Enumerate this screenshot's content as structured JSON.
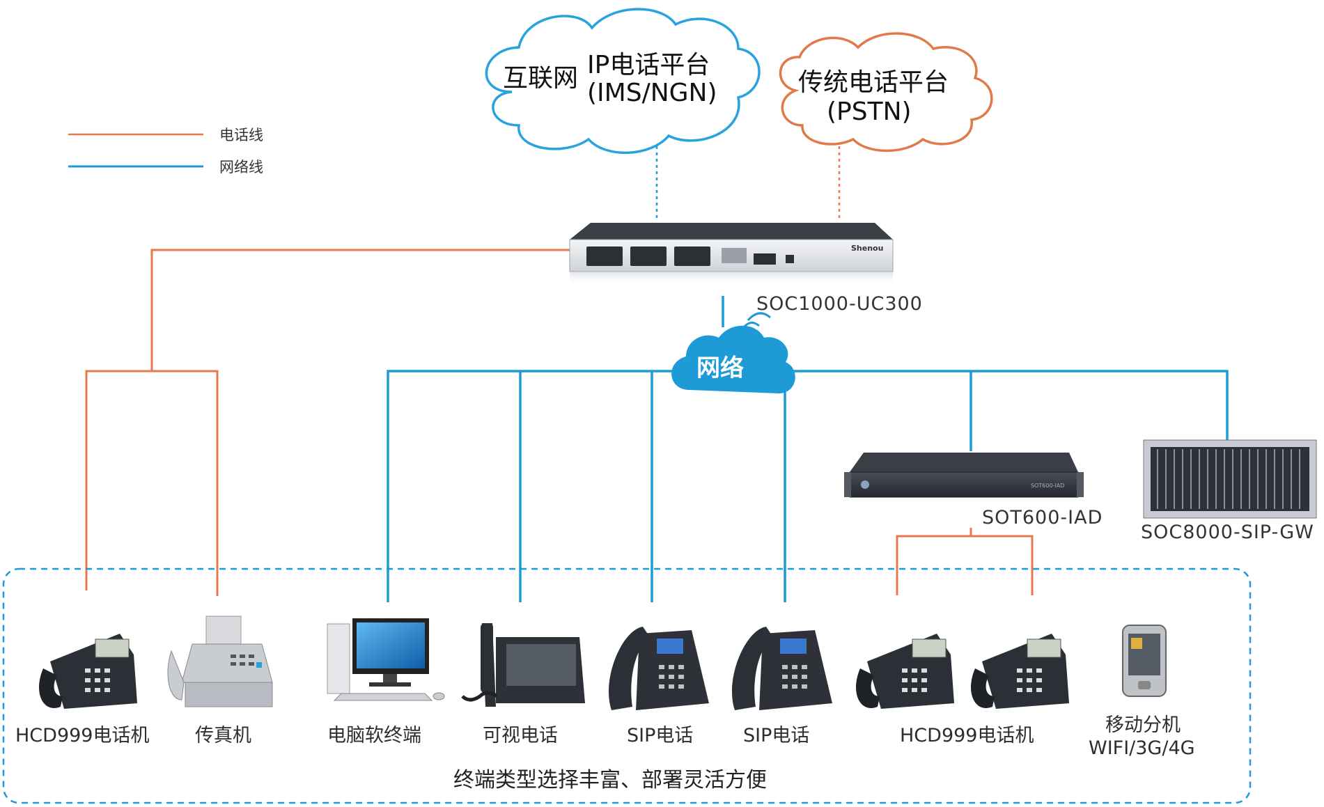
{
  "colors": {
    "phone_line": "#E8794E",
    "network_line": "#1E9BD7",
    "cloud_internet_stroke": "#29A3DD",
    "cloud_pstn_stroke": "#E07A4A",
    "net_cloud_fill": "#1E9BD7",
    "device_dark": "#2b2f36"
  },
  "legend": {
    "phone_line": "电话线",
    "network_line": "网络线"
  },
  "clouds": {
    "internet": {
      "prefix": "互联网",
      "line1": "IP电话平台",
      "line2": "(IMS/NGN)"
    },
    "pstn": {
      "line1": "传统电话平台",
      "line2": "(PSTN)"
    },
    "network": "网络"
  },
  "switch": {
    "model": "SOC1000-UC300",
    "brand": "Shenou"
  },
  "gateways": {
    "iad": {
      "model": "SOT600-IAD",
      "panel_text": "SOT600-IAD"
    },
    "sip_gw": {
      "model": "SOC8000-SIP-GW"
    }
  },
  "terminals": [
    {
      "name": "HCD999电话机",
      "icon": "desk-phone-icon"
    },
    {
      "name": "传真机",
      "icon": "fax-machine-icon"
    },
    {
      "name": "电脑软终端",
      "icon": "desktop-computer-icon"
    },
    {
      "name": "可视电话",
      "icon": "video-phone-icon"
    },
    {
      "name": "SIP电话",
      "icon": "sip-phone-icon"
    },
    {
      "name": "SIP电话",
      "icon": "sip-phone-icon"
    },
    {
      "name": "HCD999电话机",
      "icon": "desk-phone-icon"
    },
    {
      "name": "HCD999电话机",
      "icon": "desk-phone-icon"
    },
    {
      "name": "移动分机",
      "name_line2": "WIFI/3G/4G",
      "icon": "mobile-phone-icon"
    }
  ],
  "caption": "终端类型选择丰富、部署灵活方便"
}
